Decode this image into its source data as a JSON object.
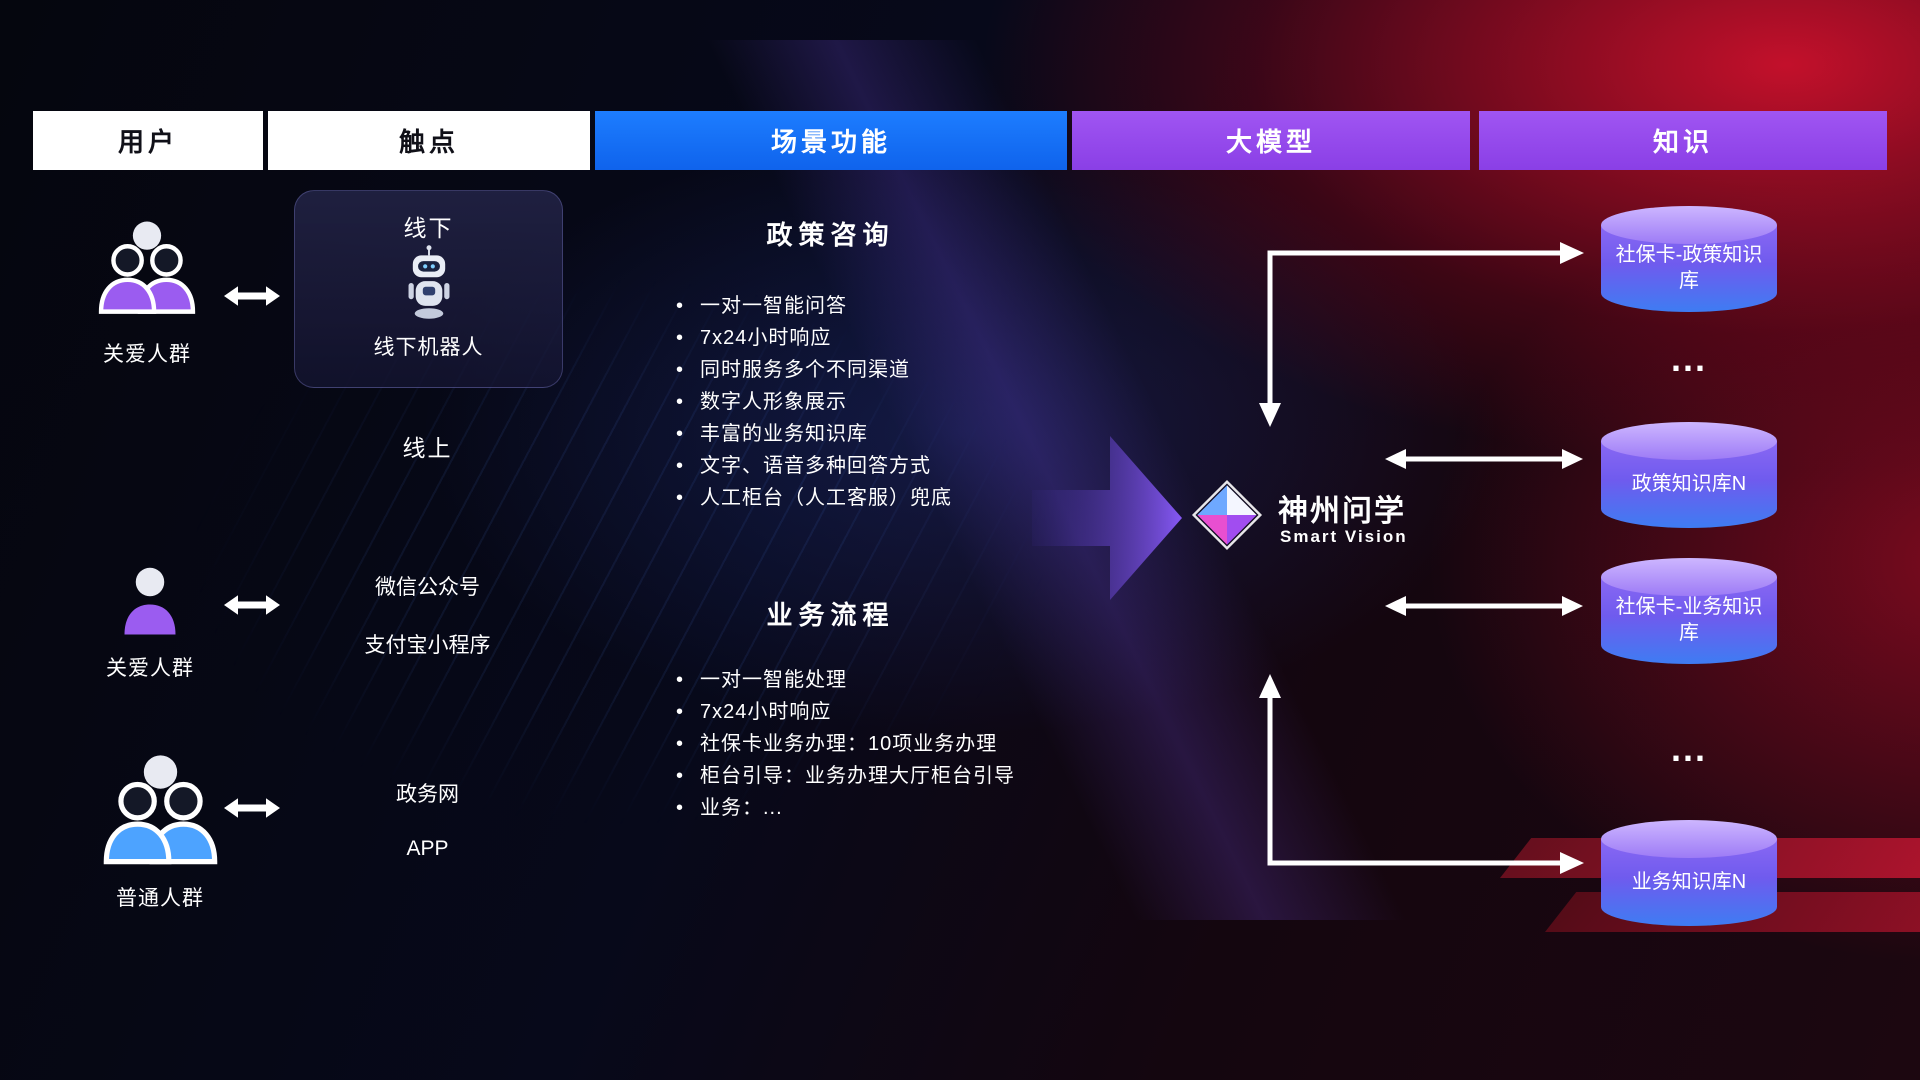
{
  "header": {
    "columns": [
      {
        "label": "用户"
      },
      {
        "label": "触点"
      },
      {
        "label": "场景功能"
      },
      {
        "label": "大模型"
      },
      {
        "label": "知识"
      }
    ]
  },
  "users": [
    {
      "label": "关爱人群",
      "icon": "people-group",
      "color": "purple"
    },
    {
      "label": "关爱人群",
      "icon": "person",
      "color": "purple"
    },
    {
      "label": "普通人群",
      "icon": "people-group",
      "color": "blue"
    }
  ],
  "touchpoints": {
    "offline_title": "线下",
    "offline_robot": "线下机器人",
    "online_title": "线上",
    "items": [
      "微信公众号",
      "支付宝小程序",
      "政务网",
      "APP"
    ]
  },
  "scenes": [
    {
      "title": "政策咨询",
      "bullets": [
        "一对一智能问答",
        "7x24小时响应",
        "同时服务多个不同渠道",
        "数字人形象展示",
        "丰富的业务知识库",
        "文字、语音多种回答方式",
        "人工柜台（人工客服）兜底"
      ]
    },
    {
      "title": "业务流程",
      "bullets": [
        "一对一智能处理",
        "7x24小时响应",
        "社保卡业务办理：10项业务办理",
        "柜台引导：业务办理大厅柜台引导",
        "业务：..."
      ]
    }
  ],
  "model": {
    "name": "神州问学",
    "subtitle": "Smart Vision"
  },
  "knowledge": {
    "databases": [
      {
        "label": "社保卡-政策知识库"
      },
      {
        "label": "政策知识库N"
      },
      {
        "label": "社保卡-业务知识库"
      },
      {
        "label": "业务知识库N"
      }
    ],
    "ellipsis": "..."
  },
  "colors": {
    "scene_header_blue": "#1673f0",
    "model_header_purple": "#9a4cee",
    "db_top": "#b99cfa",
    "db_body_bottom": "#3e7cf2",
    "connector": "#ffffff",
    "user_purple": "#9b5cf0",
    "user_blue": "#4da3ff"
  }
}
